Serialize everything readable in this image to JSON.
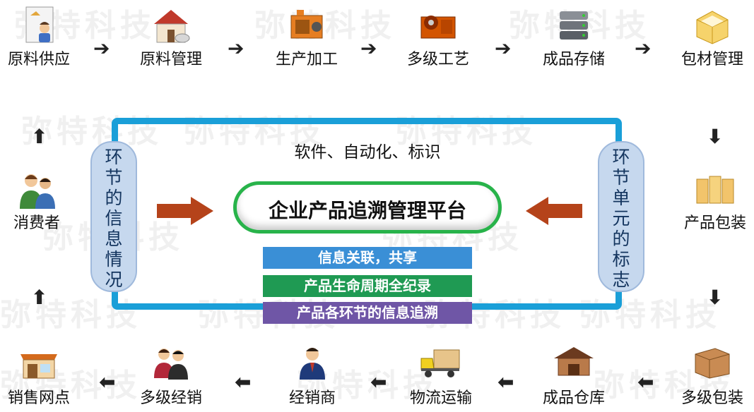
{
  "watermark": "弥特科技",
  "top_row": [
    {
      "label": "原料供应",
      "icon": "document-user-icon"
    },
    {
      "label": "原料管理",
      "icon": "warehouse-icon"
    },
    {
      "label": "生产加工",
      "icon": "crusher-machine-icon"
    },
    {
      "label": "多级工艺",
      "icon": "jaw-crusher-icon"
    },
    {
      "label": "成品存储",
      "icon": "server-stack-icon"
    },
    {
      "label": "包材管理",
      "icon": "open-box-icon"
    }
  ],
  "right_col": [
    {
      "label": "产品包装",
      "icon": "package-boxes-icon"
    }
  ],
  "bottom_row": [
    {
      "label": "多级包装",
      "icon": "cardboard-box-icon"
    },
    {
      "label": "成品仓库",
      "icon": "warehouse-roof-icon"
    },
    {
      "label": "物流运输",
      "icon": "delivery-truck-icon"
    },
    {
      "label": "经销商",
      "icon": "businessman-icon"
    },
    {
      "label": "多级经销",
      "icon": "two-people-icon"
    },
    {
      "label": "销售网点",
      "icon": "storefront-icon"
    }
  ],
  "left_col": [
    {
      "label": "消费者",
      "icon": "consumers-icon"
    }
  ],
  "center": {
    "top_note": "软件、自动化、标识",
    "platform": "企业产品追溯管理平台",
    "left_box": [
      "环",
      "节",
      "的",
      "信",
      "息",
      "情",
      "况"
    ],
    "right_box": [
      "环",
      "节",
      "单",
      "元",
      "的",
      "标",
      "志"
    ],
    "bands": [
      {
        "text": "信息关联，共享",
        "color": "#3a8fd6"
      },
      {
        "text": "产品生命周期全纪录",
        "color": "#1f9a53"
      },
      {
        "text": "产品各环节的信息追溯",
        "color": "#6f56a6"
      }
    ]
  },
  "colors": {
    "frame": "#1a9fd8",
    "pill_border": "#28b34a",
    "fat_arrow": "#b5431a"
  }
}
